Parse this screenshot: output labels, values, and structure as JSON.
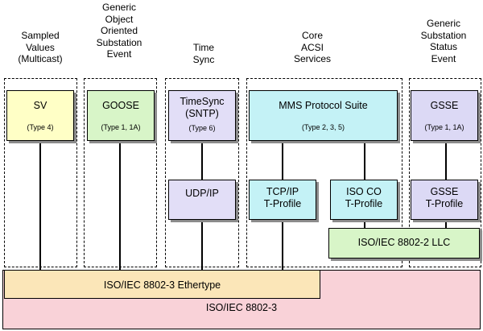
{
  "headers": [
    {
      "lines": [
        "Sampled",
        "Values",
        "(Multicast)"
      ]
    },
    {
      "lines": [
        "Generic",
        "Object",
        "Oriented",
        "Substation",
        "Event"
      ]
    },
    {
      "lines": [
        "Time",
        "Sync"
      ]
    },
    {
      "lines": [
        "Core",
        "ACSI",
        "Services"
      ]
    },
    {
      "lines": [
        "Generic",
        "Substation",
        "Status",
        "Event"
      ]
    }
  ],
  "app_boxes": {
    "sv": {
      "title": "SV",
      "sub": "(Type 4)",
      "color": "#ffffc6"
    },
    "goose": {
      "title": "GOOSE",
      "sub": "(Type 1, 1A)",
      "color": "#d8f5c8"
    },
    "timesync": {
      "title1": "TimeSync",
      "title2": "(SNTP)",
      "sub": "(Type 6)",
      "color": "#e2def7"
    },
    "mms": {
      "title": "MMS Protocol Suite",
      "sub": "(Type 2, 3, 5)",
      "color": "#c4f2f6"
    },
    "gsse": {
      "title": "GSSE",
      "sub": "(Type 1, 1A)",
      "color": "#dcd9f5"
    }
  },
  "transport_boxes": {
    "udp": {
      "label": "UDP/IP"
    },
    "tcp": {
      "line1": "TCP/IP",
      "line2": "T-Profile"
    },
    "isoco": {
      "line1": "ISO CO",
      "line2": "T-Profile"
    },
    "gsse_t": {
      "line1": "GSSE",
      "line2": "T-Profile"
    }
  },
  "llc": {
    "label": "ISO/IEC 8802-2 LLC",
    "color": "#d8f5c8"
  },
  "ethertype": {
    "label": "ISO/IEC 8802-3 Ethertype",
    "color": "#fbe6b8"
  },
  "base": {
    "label": "ISO/IEC 8802-3",
    "color": "#f9d2d8"
  }
}
